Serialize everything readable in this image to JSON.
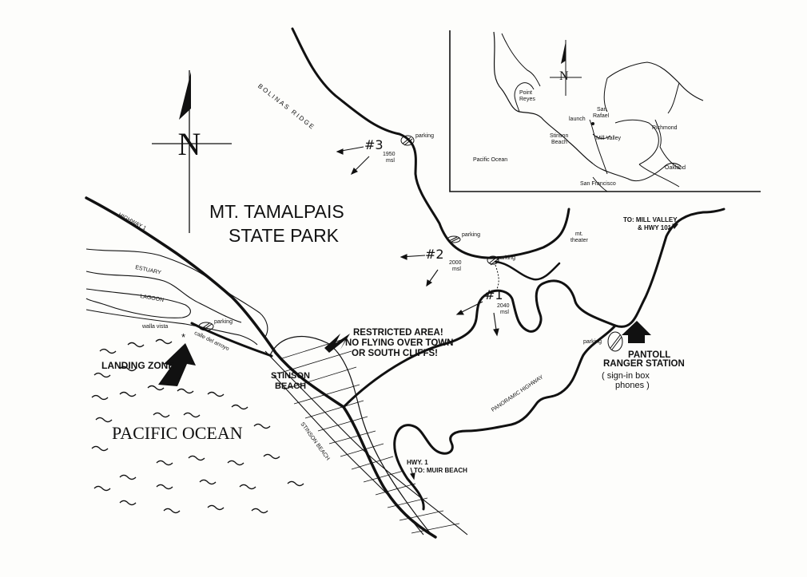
{
  "map": {
    "park_title": "MT. TAMALPAIS",
    "park_subtitle": "STATE PARK",
    "ocean": "PACIFIC OCEAN",
    "compass_letter": "N",
    "bolinas_ridge": "BOLINAS RIDGE",
    "highway1": "HIGHWAY 1",
    "estuary": "ESTUARY",
    "lagoon": "LAGOON",
    "walla_vista": "walla vista",
    "calle_del_arroyo": "calle del arroyo",
    "parking": "parking",
    "landing_zone": "LANDING ZONE",
    "stinson_town_line1": "STINSON",
    "stinson_town_line2": "BEACH",
    "stinson_beach_strip": "STINSON BEACH",
    "restricted_line1": "RESTRICTED AREA!",
    "restricted_line2": "NO FLYING OVER TOWN",
    "restricted_line3": "OR SOUTH CLIFFS!",
    "hwy1_label": "HWY. 1",
    "muir_beach": "TO: MUIR BEACH",
    "panoramic": "PANORAMIC HIGHWAY",
    "pantoll_line1": "PANTOLL",
    "pantoll_line2": "RANGER STATION",
    "pantoll_line3": "( sign-in box",
    "pantoll_line4": "phones )",
    "mill_valley_line1": "TO: MILL VALLEY",
    "mill_valley_line2": "& HWY 101",
    "mt_theater_line1": "mt.",
    "mt_theater_line2": "theater",
    "launch3": "#3",
    "launch3_elev1": "1950",
    "launch3_elev2": "msl",
    "launch2": "#2",
    "launch2_elev1": "2000",
    "launch2_elev2": "msl",
    "launch1": "#1",
    "launch1_elev1": "2040",
    "launch1_elev2": "msl"
  },
  "inset": {
    "compass_letter": "N",
    "point_reyes1": "Point",
    "point_reyes2": "Reyes",
    "launch": "launch",
    "san_rafael1": "San",
    "san_rafael2": "Rafael",
    "richmond": "Richmond",
    "stinson1": "Stinson",
    "stinson2": "Beach",
    "mill_valley": "Mill Valley",
    "pacific_ocean": "Pacific Ocean",
    "oakland": "Oakland",
    "san_francisco": "San Francisco"
  }
}
